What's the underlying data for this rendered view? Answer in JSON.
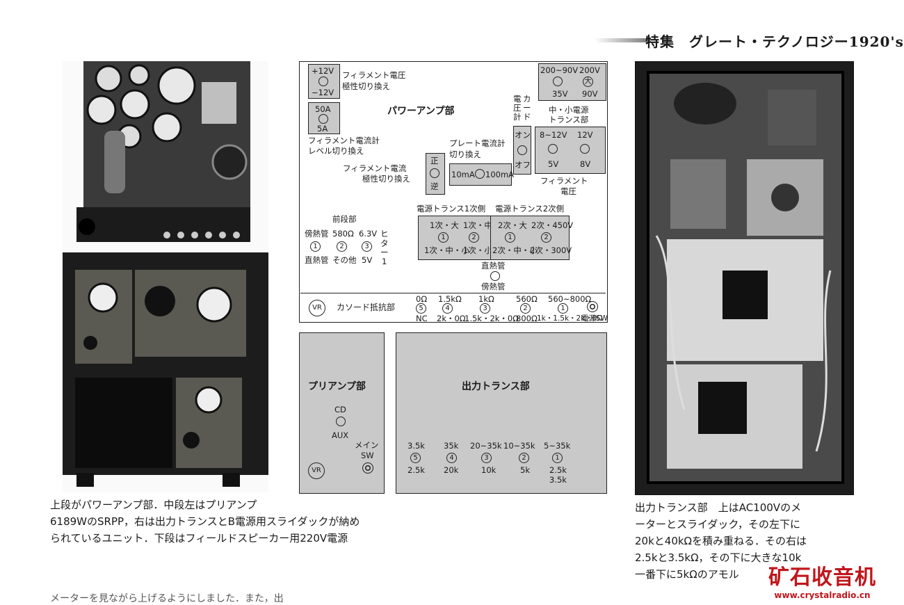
{
  "header": {
    "title": "特集　グレート・テクノロジー1920's"
  },
  "diagram": {
    "fil_v": {
      "plus": "+12V",
      "minus": "−12V",
      "label1": "フィラメント電圧",
      "label2": "極性切り換え"
    },
    "fil_a": {
      "top": "50A",
      "bottom": "5A",
      "label1": "フィラメント電流計",
      "label2": "レベル切り換え"
    },
    "power_title": "パワーアンプ部",
    "fil_pol": {
      "label1": "フィラメント電流",
      "label2": "極性切り換え",
      "pos": "正",
      "neg": "逆"
    },
    "plate": {
      "label1": "プレート電流計",
      "label2": "切り換え",
      "low": "10mA",
      "high": "100mA"
    },
    "meter_card": {
      "label": "電圧計",
      "label2": "カード",
      "on": "オン",
      "off": "オフ"
    },
    "mid_ps": {
      "a": "200~90V",
      "b": "200V",
      "c": "35V",
      "d": "90V",
      "big": "大",
      "label1": "中・小電源",
      "label2": "トランス部"
    },
    "fil_volt": {
      "a": "8~12V",
      "b": "12V",
      "c": "5V",
      "d": "8V",
      "label1": "フィラメント",
      "label2": "電圧"
    },
    "pre_stage": {
      "title": "前段部",
      "a": "傍熱管",
      "b": "580Ω",
      "c": "6.3V",
      "d": "ヒ",
      "e": "タ",
      "f": "ー",
      "n1": "1",
      "n2": "2",
      "n3": "3",
      "n4": "1",
      "g": "直熱管",
      "h": "その他",
      "i": "5V"
    },
    "ps1": {
      "title": "電源トランス1次側",
      "a": "1次・大",
      "b": "1次・中",
      "n1": "1",
      "n2": "2",
      "c": "1次・中・小",
      "d": "1次・小"
    },
    "ps2": {
      "title": "電源トランス2次側",
      "a": "2次・大",
      "b": "2次・450V",
      "n1": "1",
      "n2": "2",
      "c": "2次・中・小",
      "d": "2次・300V"
    },
    "tube_sel": {
      "top": "直熱管",
      "bottom": "傍熱管"
    },
    "cathode": {
      "vr": "VR",
      "label": "カソード抵抗部",
      "cols": [
        {
          "top": "0Ω",
          "n": "5",
          "bot": "NC"
        },
        {
          "top": "1.5kΩ",
          "n": "4",
          "bot": "2k・0Ω"
        },
        {
          "top": "1kΩ",
          "n": "3",
          "bot": "1.5k・2k・0Ω"
        },
        {
          "top": "560Ω",
          "n": "2",
          "bot": "800Ω"
        },
        {
          "top": "560~800Ω",
          "n": "1",
          "bot": "1k・1.5k・2k・0Ω"
        }
      ],
      "sw": "電源SW"
    },
    "preamp": {
      "title": "プリアンプ部",
      "cd": "CD",
      "aux": "AUX",
      "main": "メイン",
      "sw": "SW",
      "vr": "VR"
    },
    "out": {
      "title": "出力トランス部",
      "cols": [
        {
          "top": "3.5k",
          "n": "5",
          "bot": "2.5k"
        },
        {
          "top": "35k",
          "n": "4",
          "bot": "20k"
        },
        {
          "top": "20~35k",
          "n": "3",
          "bot": "10k"
        },
        {
          "top": "10~35k",
          "n": "2",
          "bot": "5k"
        },
        {
          "top": "5~35k",
          "n": "1",
          "bot": "2.5k",
          "bot2": "3.5k"
        }
      ]
    }
  },
  "captions": {
    "left1": "上段がパワーアンプ部．中段左はプリアンプ",
    "left2": "6189WのSRPP，右は出力トランスとB電源用スライダックが納め",
    "left3": "られているユニット．下段はフィールドスピーカー用220V電源",
    "right1": "出力トランス部　上はAC100Vのメ",
    "right2": "ーターとスライダック，その左下に",
    "right3": "20kと40kΩを積み重ねる．その右は",
    "right4": "2.5kと3.5kΩ，その下に大きな10k",
    "right5": "一番下に5kΩのアモル",
    "bottom": "メーターを見ながら上げるようにしました．また，出"
  },
  "watermark": {
    "name": "矿石收音机",
    "url": "www.crystalradio.cn"
  }
}
